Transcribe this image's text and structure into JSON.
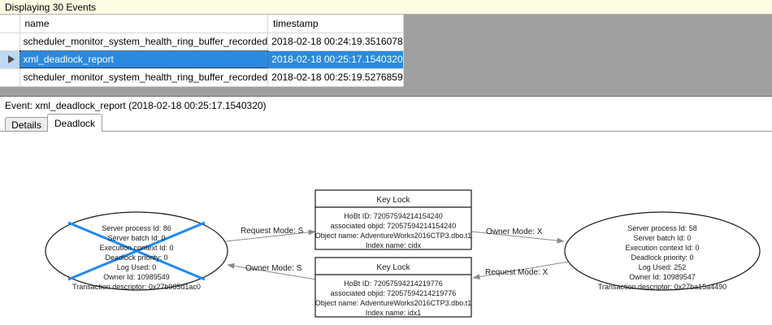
{
  "banner": {
    "text": "Displaying 30 Events"
  },
  "grid": {
    "columns": [
      "",
      "name",
      "timestamp"
    ],
    "rows": [
      {
        "marker": "",
        "name": "scheduler_monitor_system_health_ring_buffer_recorded",
        "timestamp": "2018-02-18 00:24:19.3516078",
        "selected": false
      },
      {
        "marker": "row-selector-arrow",
        "name": "xml_deadlock_report",
        "timestamp": "2018-02-18 00:25:17.1540320",
        "selected": true
      },
      {
        "marker": "",
        "name": "scheduler_monitor_system_health_ring_buffer_recorded",
        "timestamp": "2018-02-18 00:25:19.5276859",
        "selected": false
      }
    ],
    "selection_color": "#2a8ae0"
  },
  "event_header": {
    "text": "Event: xml_deadlock_report (2018-02-18 00:25:17.1540320)"
  },
  "tabs": [
    {
      "label": "Details",
      "active": false
    },
    {
      "label": "Deadlock",
      "active": true
    }
  ],
  "deadlock_graph": {
    "victim_marker_color": "#1f8af0",
    "processes": [
      {
        "id": "left-process",
        "victim": true,
        "lines": [
          "Server process Id: 86",
          "Server batch Id: 0",
          "Execution context Id: 0",
          "Deadlock priority: 0",
          "Log Used: 0",
          "Owner Id: 10989549",
          "Transaction descriptor: 0x27b985d1ac0"
        ]
      },
      {
        "id": "right-process",
        "victim": false,
        "lines": [
          "Server process Id: 58",
          "Server batch Id: 0",
          "Execution context Id: 0",
          "Deadlock priority: 0",
          "Log Used: 252",
          "Owner Id: 10989547",
          "Transaction descriptor: 0x27ba15a4490"
        ]
      }
    ],
    "resources": [
      {
        "id": "top-key-lock",
        "title": "Key Lock",
        "lines": [
          "HoBt ID: 72057594214154240",
          "associated objid: 72057594214154240",
          "Object name: AdventureWorks2016CTP3.dbo.t1",
          "Index name: cidx"
        ]
      },
      {
        "id": "bottom-key-lock",
        "title": "Key Lock",
        "lines": [
          "HoBt ID: 72057594214219776",
          "associated objid: 72057594214219776",
          "Object name: AdventureWorks2016CTP3.dbo.t1",
          "Index name: idx1"
        ]
      }
    ],
    "edges": [
      {
        "id": "edge-left-request",
        "label": "Request Mode: S"
      },
      {
        "id": "edge-right-owner",
        "label": "Owner Mode: X"
      },
      {
        "id": "edge-left-owner",
        "label": "Owner Mode: S"
      },
      {
        "id": "edge-right-request",
        "label": "Request Mode: X"
      }
    ]
  }
}
